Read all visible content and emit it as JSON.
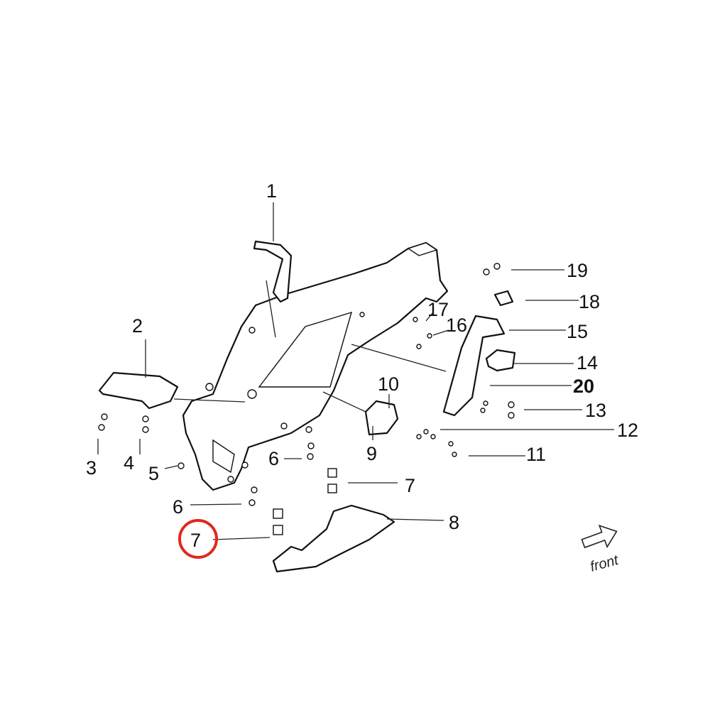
{
  "diagram": {
    "callouts": [
      {
        "id": "c1",
        "label": "1"
      },
      {
        "id": "c2",
        "label": "2"
      },
      {
        "id": "c3",
        "label": "3"
      },
      {
        "id": "c4",
        "label": "4"
      },
      {
        "id": "c5",
        "label": "5"
      },
      {
        "id": "c6a",
        "label": "6"
      },
      {
        "id": "c7a",
        "label": "7"
      },
      {
        "id": "c6b",
        "label": "6"
      },
      {
        "id": "c7b",
        "label": "7"
      },
      {
        "id": "c8",
        "label": "8"
      },
      {
        "id": "c9",
        "label": "9"
      },
      {
        "id": "c10",
        "label": "10"
      },
      {
        "id": "c11",
        "label": "11"
      },
      {
        "id": "c12",
        "label": "12"
      },
      {
        "id": "c13",
        "label": "13"
      },
      {
        "id": "c14",
        "label": "14"
      },
      {
        "id": "c15",
        "label": "15"
      },
      {
        "id": "c16",
        "label": "16"
      },
      {
        "id": "c17",
        "label": "17"
      },
      {
        "id": "c18",
        "label": "18"
      },
      {
        "id": "c19",
        "label": "19"
      },
      {
        "id": "c20",
        "label": "20"
      }
    ],
    "highlighted_label": "7",
    "highlight_color": "#e0281e",
    "front_label": "front"
  }
}
